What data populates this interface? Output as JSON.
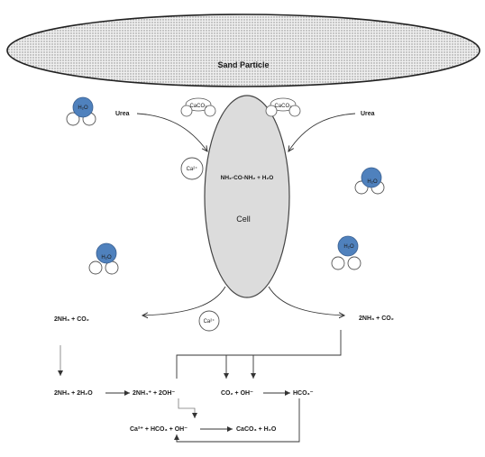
{
  "sand_particle": {
    "label": "Sand Particle",
    "fill": "#d9d9d9"
  },
  "cell": {
    "label": "Cell",
    "reaction": "NH₂-CO-NH₂ + H₂O",
    "fill": "#dcdcdc"
  },
  "precipitates": {
    "left": "CaCO₃",
    "right": "CaCO₃"
  },
  "inputs": {
    "urea_left": "Urea",
    "urea_right": "Urea",
    "calcium_top": "Ca²⁺",
    "calcium_bottom": "Ca²⁺"
  },
  "water": {
    "label": "H₂O",
    "oxygen_color": "#4f81bd"
  },
  "products": {
    "left": "2NH₃ + CO₂",
    "right": "2NH₃ + CO₂"
  },
  "equations": {
    "hydrolysis_left": "2NH₃ + 2H₂O",
    "hydrolysis_right": "2NH₄⁺ + 2OH⁻",
    "bicarbonate_left": "CO₂ + OH⁻",
    "bicarbonate_right": "HCO₃⁻",
    "precipitation_left": "Ca²⁺ + HCO₃ + OH⁻",
    "precipitation_right": "CaCO₃ + H₂O"
  }
}
